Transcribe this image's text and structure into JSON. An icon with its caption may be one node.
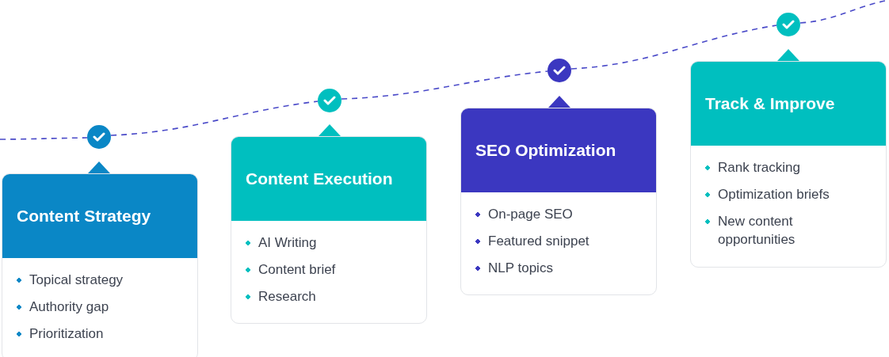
{
  "diagram": {
    "nodes": [
      {
        "text": [],
        "shape": "circle"
      },
      {
        "text": [],
        "shape": "circle"
      },
      {
        "text": [],
        "shape": "circle"
      },
      {
        "text": [],
        "shape": "circle"
      },
      {
        "text": [
          "Content Strategy",
          "Topical strategy",
          "Authority gap",
          "Prioritization"
        ]
      },
      {
        "text": [
          "Content Execution",
          "AI Writing",
          "Content brief",
          "Research"
        ]
      },
      {
        "text": [
          "SEO Optimization",
          "On-page SEO",
          "Featured snippet",
          "NLP topics"
        ]
      },
      {
        "text": [
          "Track & Improve",
          "Rank tracking",
          "Optimization briefs",
          "New content opportunities"
        ]
      }
    ],
    "edges": [
      {
        "from": null,
        "to": 0,
        "arrow": "none",
        "style": "dashed"
      },
      {
        "from": 0,
        "to": 1,
        "arrow": "none",
        "style": "dashed"
      },
      {
        "from": 1,
        "to": 2,
        "arrow": "none",
        "style": "dashed"
      },
      {
        "from": 2,
        "to": 3,
        "arrow": "none",
        "style": "dashed"
      },
      {
        "from": 3,
        "to": null,
        "arrow": "none",
        "style": "dashed"
      }
    ]
  }
}
